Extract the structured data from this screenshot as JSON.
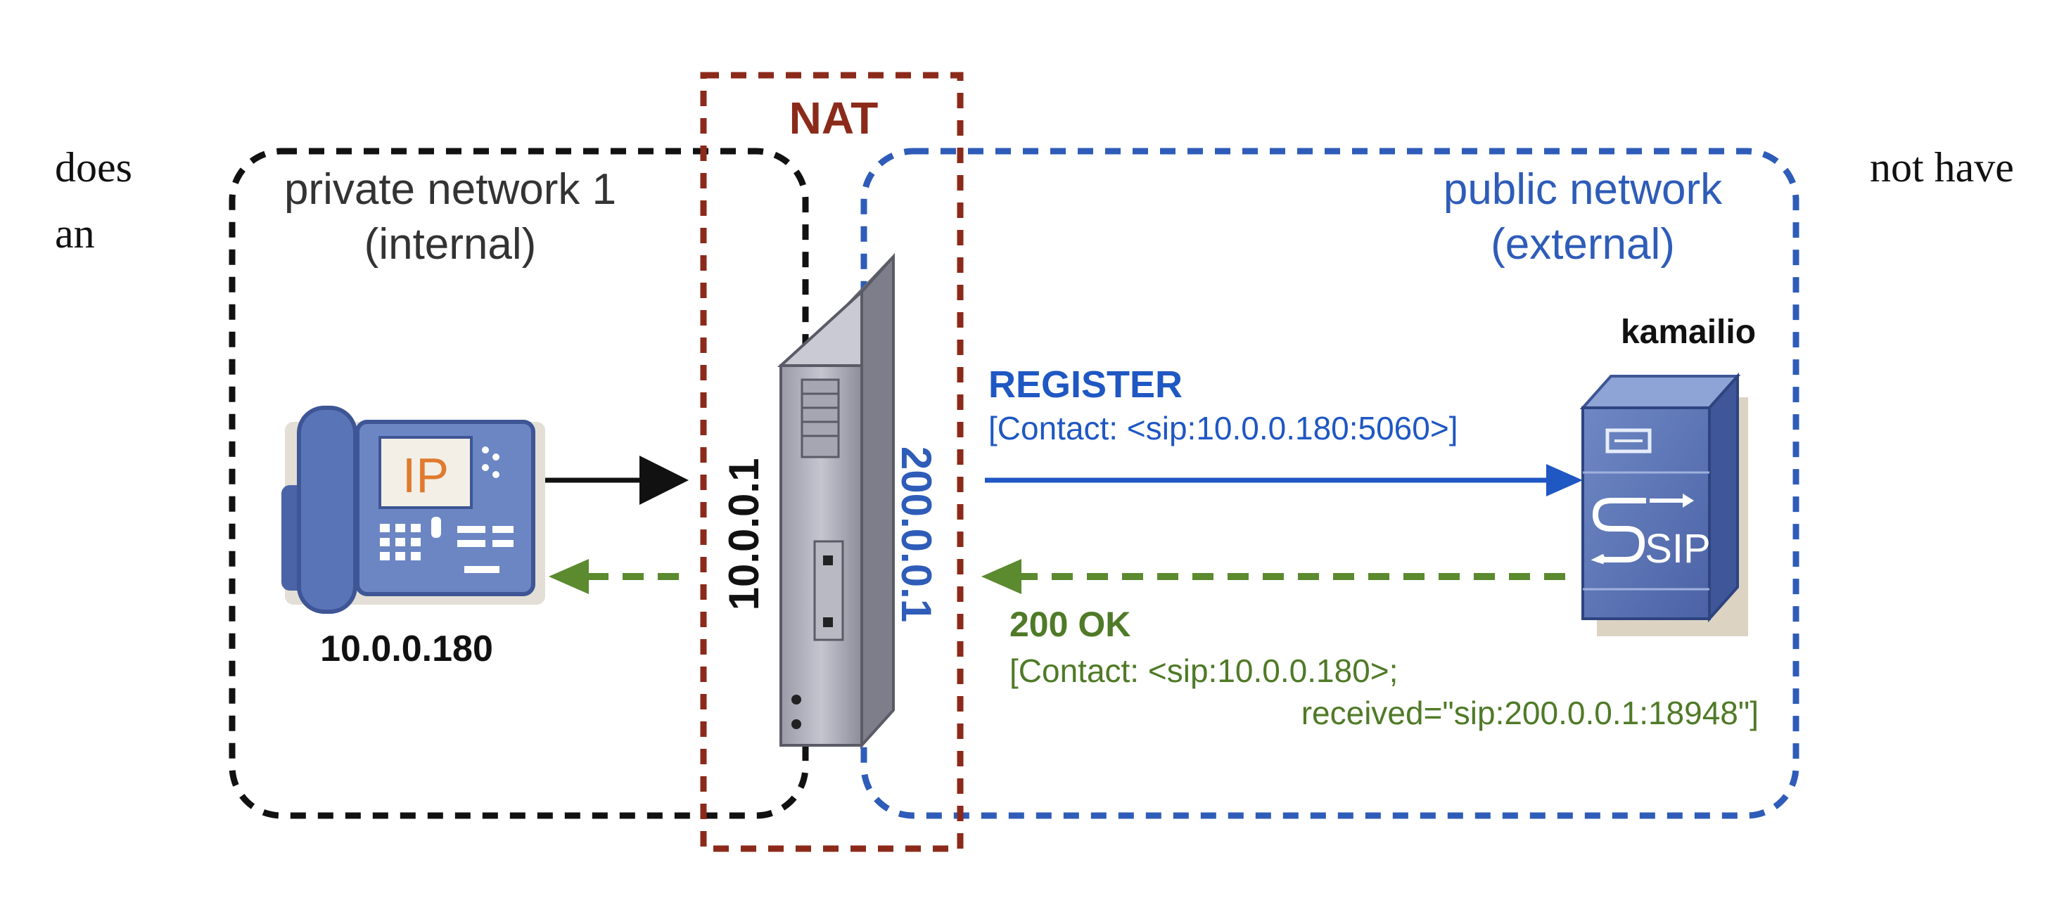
{
  "text_left": [
    "does",
    "an"
  ],
  "text_right": "not have",
  "zones": {
    "private": {
      "line1": "private network 1",
      "line2": "(internal)"
    },
    "nat": "NAT",
    "public": {
      "line1": "public network",
      "line2": "(external)"
    }
  },
  "phone": {
    "screen_label": "IP",
    "address": "10.0.0.180"
  },
  "router": {
    "internal_ip": "10.0.0.1",
    "external_ip": "200.0.0.1"
  },
  "server": {
    "name": "kamailio",
    "logo": "SIP"
  },
  "register": {
    "label": "REGISTER",
    "contact": "[Contact: <sip:10.0.0.180:5060>]"
  },
  "ok": {
    "label": "200 OK",
    "contact_line1": "[Contact: <sip:10.0.0.180>;",
    "contact_line2": "received=\"sip:200.0.0.1:18948\"]"
  },
  "colors": {
    "private_border": "#111111",
    "nat_border": "#8b2a1a",
    "public_border": "#2e5cb8",
    "register": "#1f57c3",
    "ok": "#5b8a2f"
  }
}
